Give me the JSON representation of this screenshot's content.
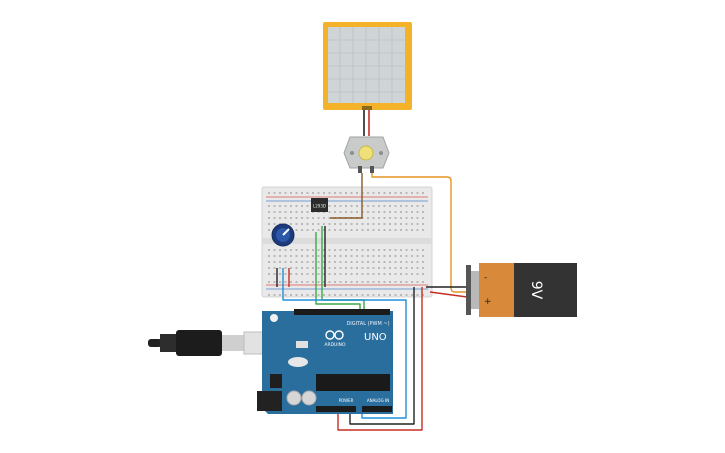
{
  "colors": {
    "arduino_board": "#2a6e9e",
    "panel_frame": "#f3b228",
    "panel_glass": "#cfd5d6",
    "breadboard": "#e9e9e9",
    "battery_body": "#d88a3a",
    "battery_dark": "#333333",
    "wire_orange": "#e59425",
    "wire_red": "#c62f24",
    "wire_blue": "#1f8fd8",
    "wire_green": "#3aa845",
    "wire_brown": "#8a5a2b",
    "wire_black": "#222222"
  },
  "battery": {
    "label": "9V",
    "minus_label": "-",
    "plus_label": "+"
  },
  "arduino": {
    "brand": "ARDUINO",
    "model": "UNO",
    "digital_label": "DIGITAL (PWM ~)",
    "power_label": "POWER",
    "analog_label": "ANALOG IN"
  },
  "motor_driver": {
    "label": "L293D"
  },
  "icons": {
    "usb": "usb-cable-icon",
    "motor": "dc-motor-icon",
    "potentiometer": "potentiometer-icon"
  }
}
